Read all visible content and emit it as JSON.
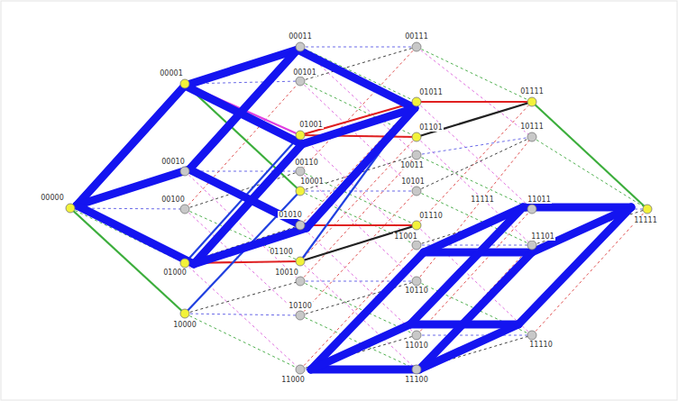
{
  "diagram": {
    "labels": [
      "00000",
      "00001",
      "00010",
      "00100",
      "01000",
      "10000",
      "00011",
      "00101",
      "00110",
      "01001",
      "01010",
      "01100",
      "10001",
      "10010",
      "10100",
      "11000",
      "00111",
      "01011",
      "01101",
      "01110",
      "10011",
      "10101",
      "10110",
      "11001",
      "11010",
      "11100",
      "01111",
      "10111",
      "11011",
      "11101",
      "11110",
      "11111",
      "11111"
    ]
  }
}
